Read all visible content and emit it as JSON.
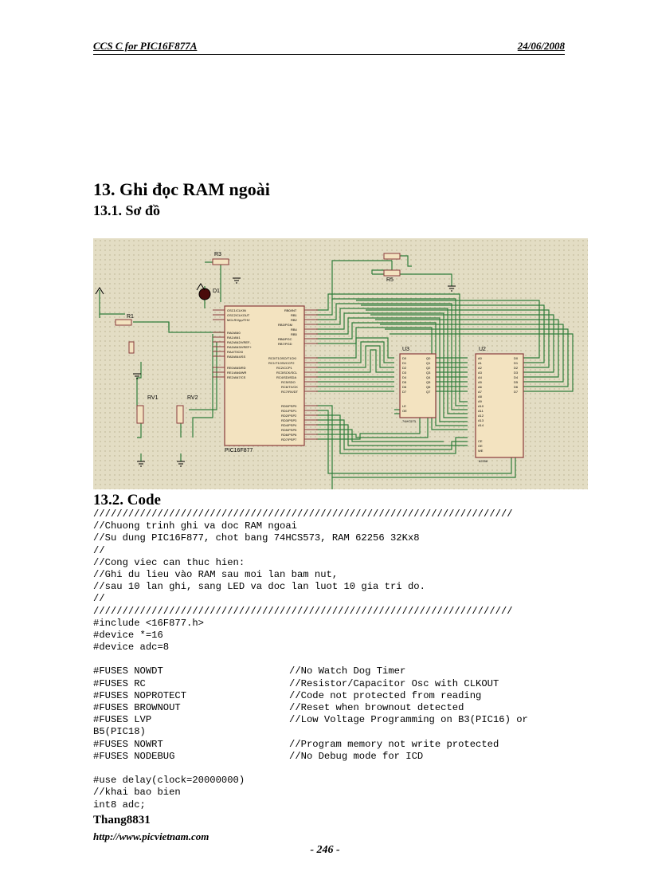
{
  "header": {
    "left": "CCS C for PIC16F877A",
    "right": "24/06/2008"
  },
  "section": {
    "title": "13. Ghi đọc RAM ngoài",
    "sub1": "13.1. Sơ đồ",
    "sub2": "13.2. Code"
  },
  "schematic": {
    "labels": [
      "R3",
      "D1",
      "R1",
      "RV1",
      "RV2",
      "U3",
      "U2",
      "R5"
    ],
    "chip_u1_caption": "PIC16F877",
    "u3_caption": "74HC573",
    "u2_caption": "62256"
  },
  "code": {
    "lines": [
      "////////////////////////////////////////////////////////////////////////",
      "//Chuong trinh ghi va doc RAM ngoai",
      "//Su dung PIC16F877, chot bang 74HCS573, RAM 62256 32Kx8",
      "//",
      "//Cong viec can thuc hien:",
      "//Ghi du lieu vào RAM sau moi lan bam nut,",
      "//sau 10 lan ghi, sang LED va doc lan luot 10 gia tri do.",
      "//",
      "////////////////////////////////////////////////////////////////////////",
      "#include <16F877.h>",
      "#device *=16",
      "#device adc=8",
      "",
      "#FUSES NOWDT|//No Watch Dog Timer",
      "#FUSES RC|//Resistor/Capacitor Osc with CLKOUT",
      "#FUSES NOPROTECT|//Code not protected from reading",
      "#FUSES BROWNOUT|//Reset when brownout detected",
      "#FUSES LVP|//Low Voltage Programming on B3(PIC16) or",
      "B5(PIC18)",
      "#FUSES NOWRT|//Program memory not write protected",
      "#FUSES NODEBUG|//No Debug mode for ICD",
      "",
      "#use delay(clock=20000000)",
      "//khai bao bien",
      "int8 adc;"
    ]
  },
  "footer": {
    "author": "Thang8831",
    "url": "http://www.picvietnam.com",
    "page": "- 246 -"
  }
}
